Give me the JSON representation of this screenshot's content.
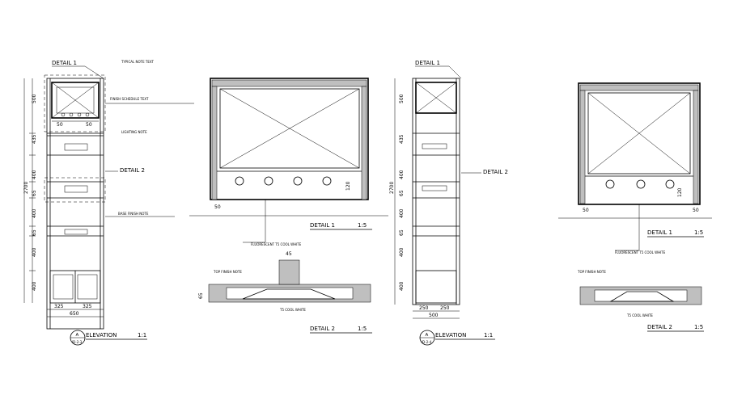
{
  "sheet_left": {
    "elevation": {
      "detail1_callout": "DETAIL 1",
      "detail2_callout": "DETAIL 2",
      "height_dims": [
        "500",
        "435",
        "400",
        "65",
        "400",
        "65",
        "400",
        "400"
      ],
      "overall_height": "2700",
      "top_box_dims": [
        "50",
        "50"
      ],
      "bottom_dims": [
        "325",
        "325"
      ],
      "overall_width": "650",
      "notes": [
        "TYPICAL NOTE TEXT",
        "FINISH SCHEDULE TEXT",
        "LIGHTING NOTE",
        "BASE FINISH NOTE"
      ],
      "title_marker": "A",
      "title_ref": "ID-2-3",
      "title": "ELEVATION",
      "scale": "1:1"
    },
    "detail1": {
      "notes": [
        "FLUORESCENT T5 COOL WHITE"
      ],
      "dims": [
        "50",
        "120"
      ],
      "title": "DETAIL 1",
      "scale": "1:5"
    },
    "detail2": {
      "notes": [
        "TOP FINISH NOTE",
        "T5 COOL WHITE"
      ],
      "dims": [
        "45",
        "65"
      ],
      "title": "DETAIL 2",
      "scale": "1:5"
    }
  },
  "sheet_right": {
    "elevation": {
      "detail1_callout": "DETAIL 1",
      "detail2_callout": "DETAIL 2",
      "height_dims": [
        "500",
        "435",
        "400",
        "65",
        "400",
        "65",
        "400",
        "400"
      ],
      "overall_height": "2700",
      "bottom_dims": [
        "250",
        "250"
      ],
      "overall_width": "500",
      "title_marker": "A",
      "title_ref": "ID-2-4",
      "title": "ELEVATION",
      "scale": "1:1"
    },
    "detail1": {
      "notes": [
        "FLUORESCENT T5 COOL WHITE"
      ],
      "dims": [
        "50",
        "120",
        "50"
      ],
      "title": "DETAIL 1",
      "scale": "1:5"
    },
    "detail2": {
      "notes": [
        "TOP FINISH NOTE",
        "T5 COOL WHITE"
      ],
      "title": "DETAIL 2",
      "scale": "1:5"
    }
  }
}
